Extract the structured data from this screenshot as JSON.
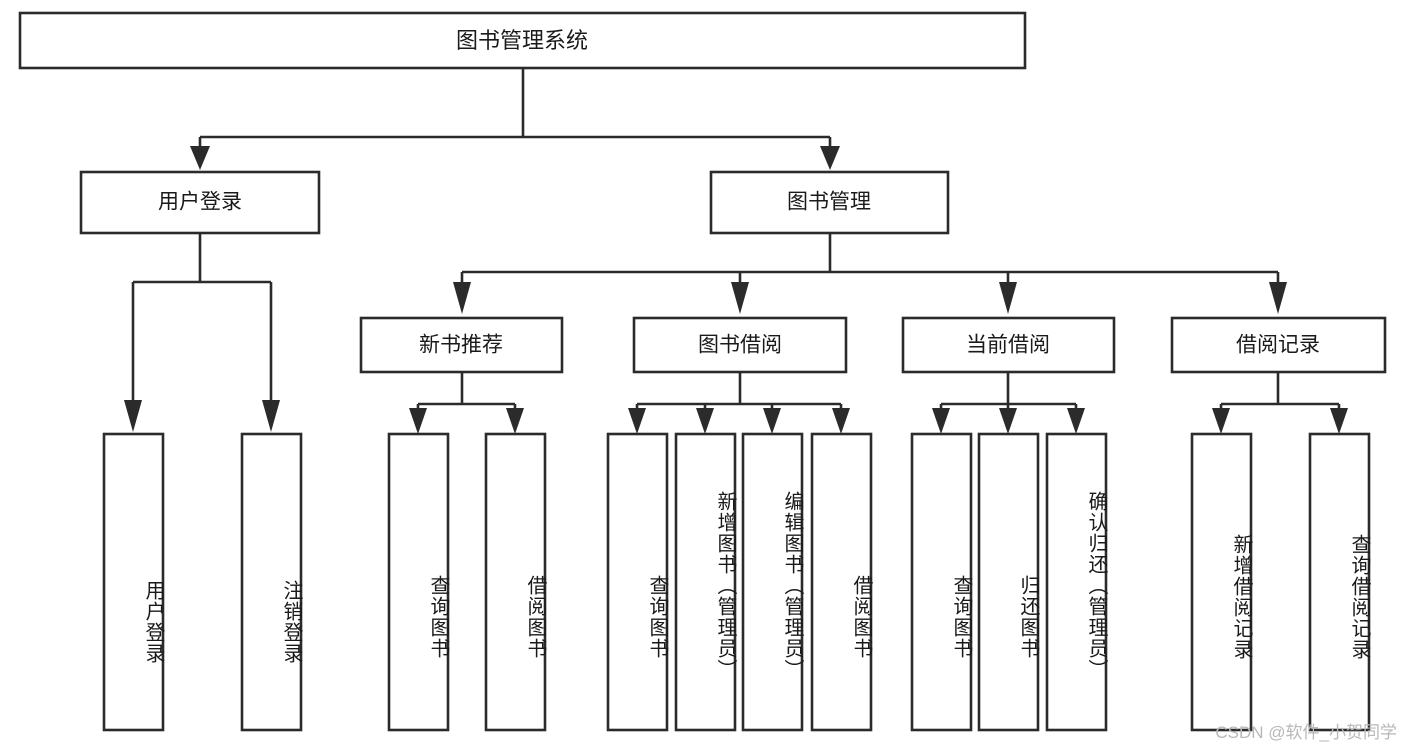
{
  "diagram": {
    "type": "tree-hierarchy",
    "title": "图书管理系统",
    "orientation": "top-down",
    "style": {
      "box_fill": "#ffffff",
      "box_stroke": "#2b2b2b",
      "text_color": "#1a1a1a",
      "connector_color": "#2b2b2b",
      "background": "#ffffff"
    },
    "root": {
      "label": "图书管理系统",
      "level": 0
    },
    "level1": [
      {
        "label": "用户登录"
      },
      {
        "label": "图书管理"
      }
    ],
    "level2": [
      {
        "label": "新书推荐",
        "parent": "图书管理"
      },
      {
        "label": "图书借阅",
        "parent": "图书管理"
      },
      {
        "label": "当前借阅",
        "parent": "图书管理"
      },
      {
        "label": "借阅记录",
        "parent": "图书管理"
      }
    ],
    "leaves": {
      "user_login": [
        {
          "label": "用户登录"
        },
        {
          "label": "注销登录"
        }
      ],
      "new_book_recommend": [
        {
          "label": "查询图书"
        },
        {
          "label": "借阅图书"
        }
      ],
      "book_borrow": [
        {
          "label": "查询图书"
        },
        {
          "label": "新增图书（管理员）"
        },
        {
          "label": "编辑图书（管理员）"
        },
        {
          "label": "借阅图书"
        }
      ],
      "current_borrow": [
        {
          "label": "查询图书"
        },
        {
          "label": "归还图书"
        },
        {
          "label": "确认归还（管理员）"
        }
      ],
      "borrow_records": [
        {
          "label": "新增借阅记录"
        },
        {
          "label": "查询借阅记录"
        }
      ]
    }
  },
  "watermark": {
    "text": "CSDN @软件_小贺同学"
  }
}
